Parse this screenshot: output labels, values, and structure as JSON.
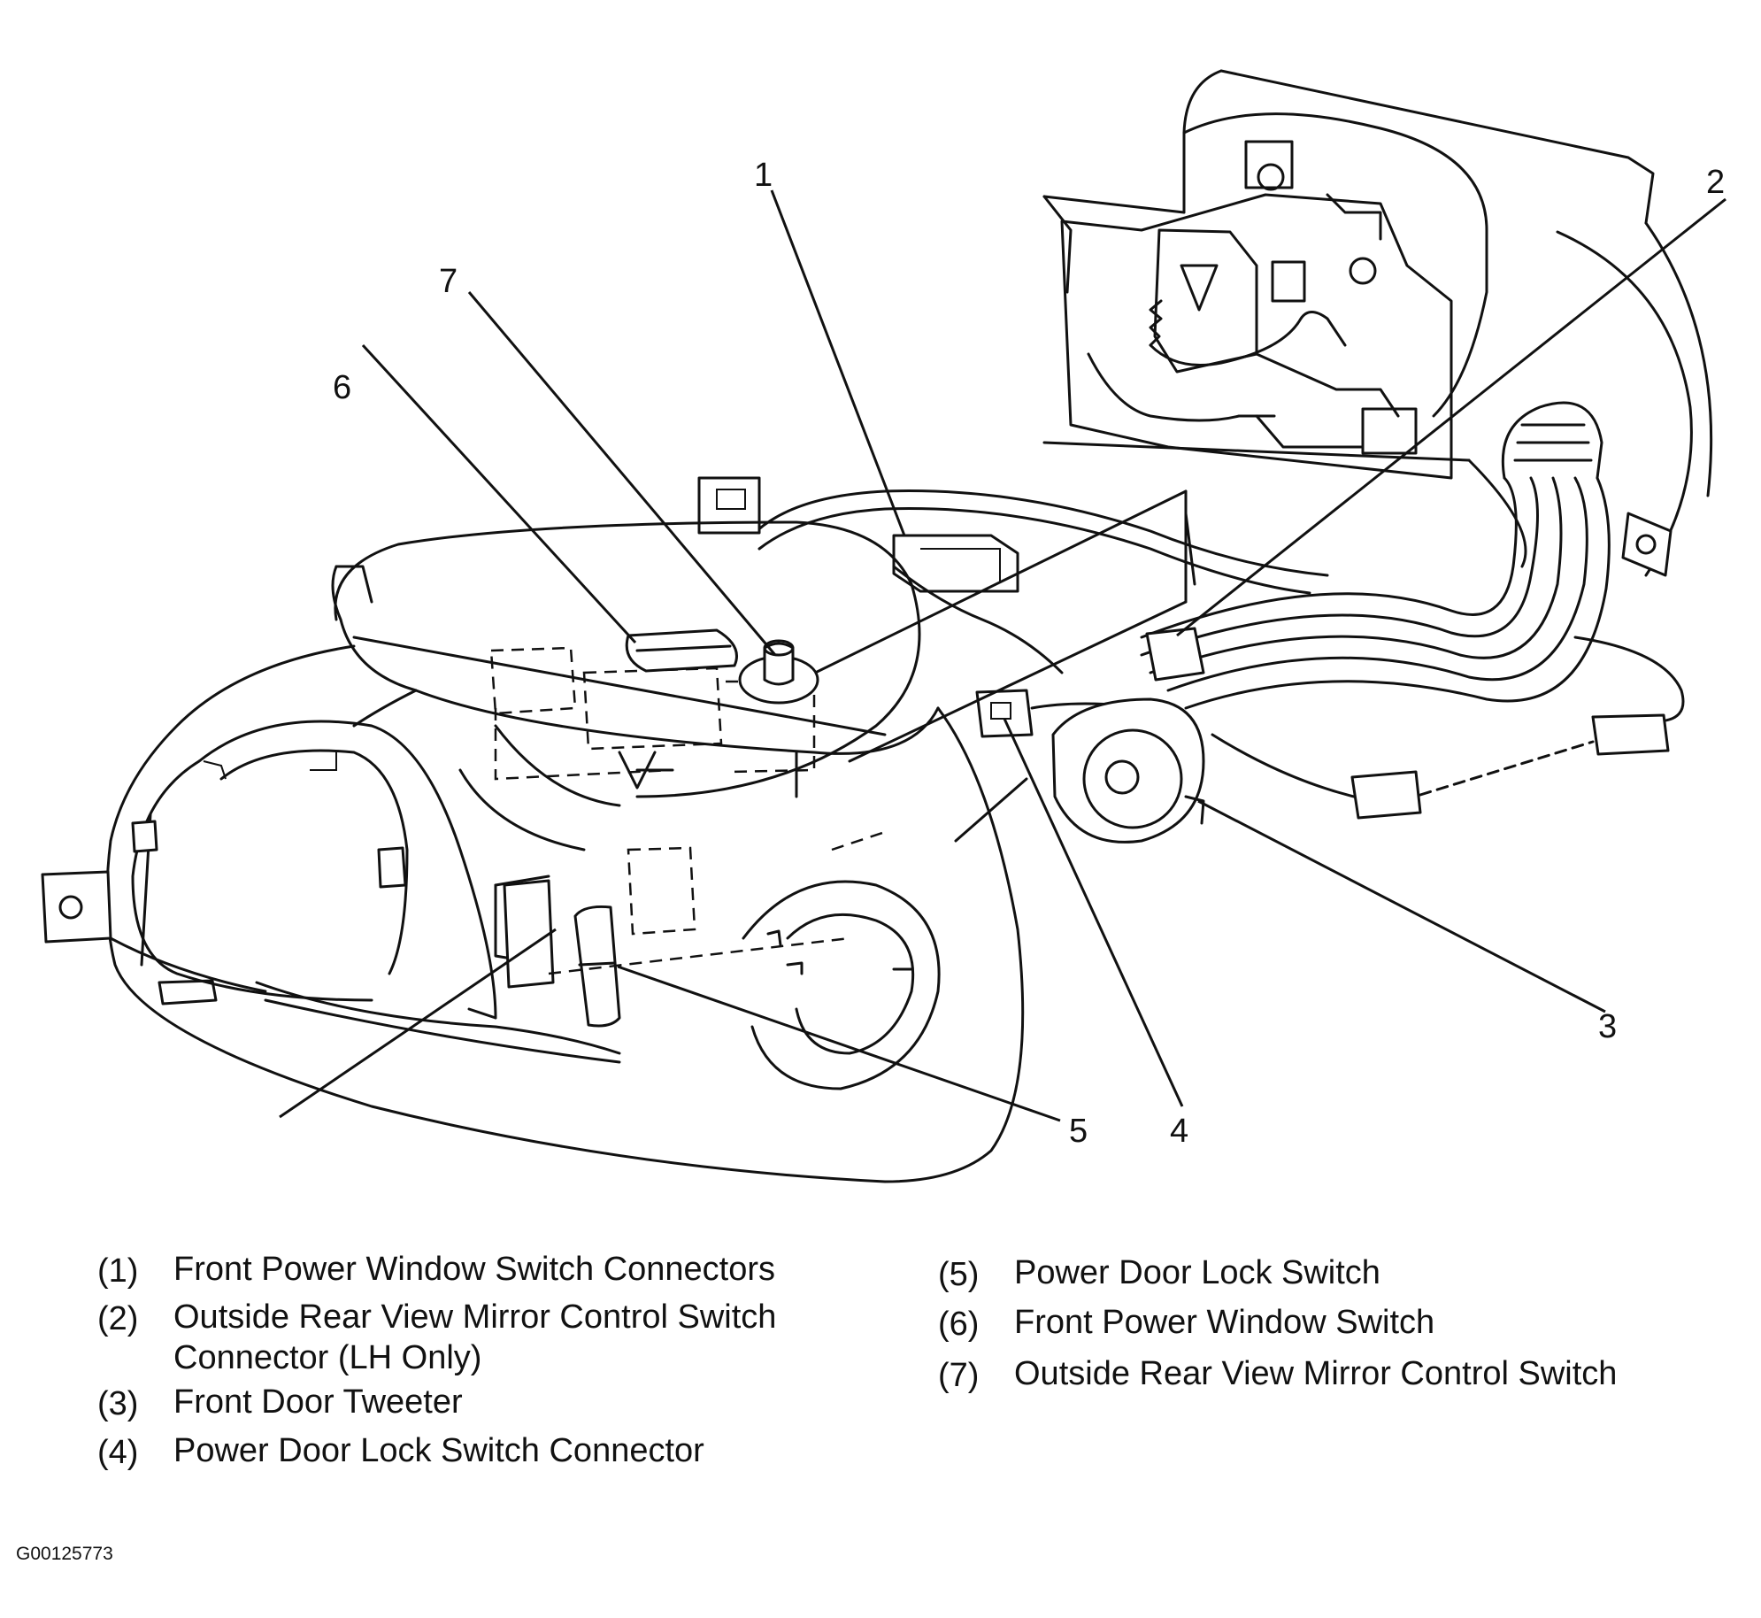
{
  "callouts": [
    "1",
    "2",
    "3",
    "4",
    "5",
    "6",
    "7"
  ],
  "legend": [
    {
      "num": "(1)",
      "text": "Front Power Window Switch Connectors"
    },
    {
      "num": "(2)",
      "text": "Outside Rear View Mirror Control Switch",
      "text2": "Connector (LH Only)"
    },
    {
      "num": "(3)",
      "text": "Front Door Tweeter"
    },
    {
      "num": "(4)",
      "text": "Power Door Lock Switch Connector"
    },
    {
      "num": "(5)",
      "text": "Power Door Lock Switch"
    },
    {
      "num": "(6)",
      "text": "Front Power Window Switch"
    },
    {
      "num": "(7)",
      "text": "Outside Rear View Mirror Control Switch"
    }
  ],
  "figure_id": "G00125773"
}
